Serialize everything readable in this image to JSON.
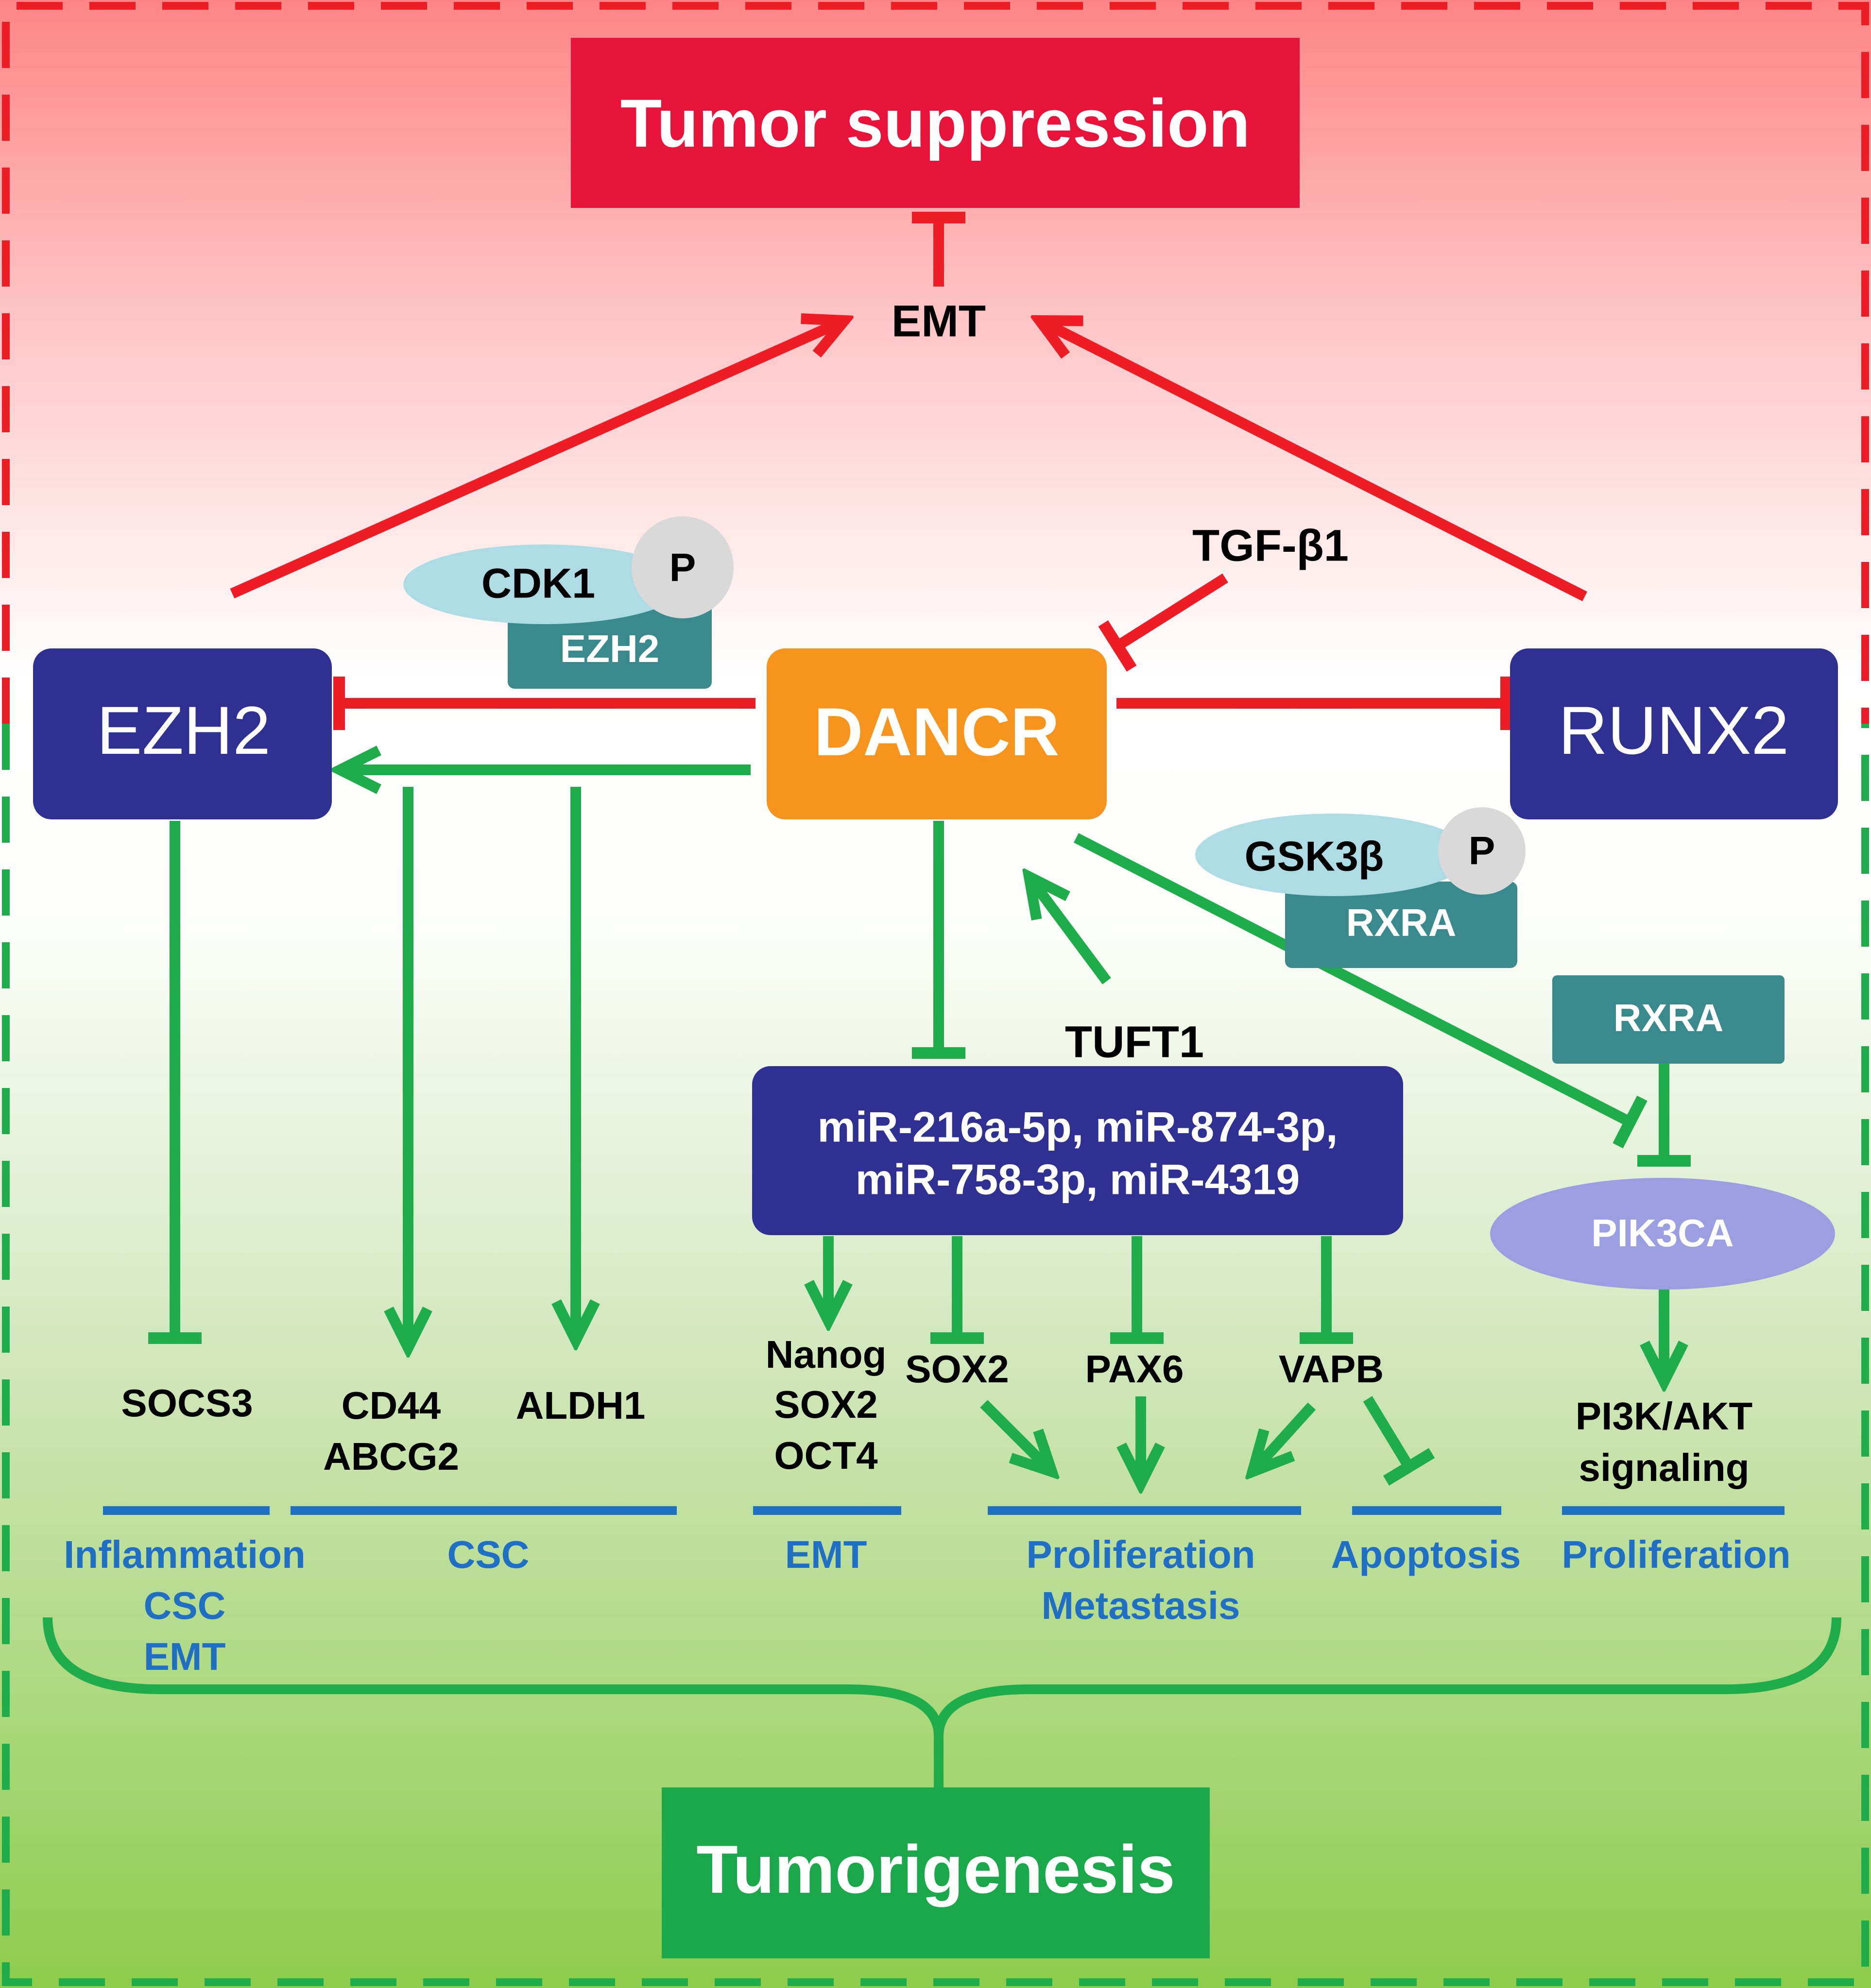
{
  "top": {
    "title": "Tumor suppression",
    "emt": "EMT"
  },
  "bottom": {
    "title": "Tumorigenesis"
  },
  "nodes": {
    "ezh2": "EZH2",
    "dancr": "DANCR",
    "runx2": "RUNX2",
    "mirna_line1": "miR-216a-5p, miR-874-3p,",
    "mirna_line2": "miR-758-3p, miR-4319",
    "rxra_right": "RXRA",
    "pik3ca": "PIK3CA"
  },
  "complexes": {
    "cdk1": "CDK1",
    "cdk1_p": "P",
    "cdk1_ezh2": "EZH2",
    "gsk3b": "GSK3β",
    "gsk3b_p": "P",
    "gsk3b_rxra": "RXRA"
  },
  "labels": {
    "tgfb1": "TGF-β1",
    "tuft1": "TUFT1",
    "socs3": "SOCS3",
    "cd44": "CD44",
    "abcg2": "ABCG2",
    "aldh1": "ALDH1",
    "nanog": "Nanog",
    "sox2_a": "SOX2",
    "oct4": "OCT4",
    "sox2_b": "SOX2",
    "pax6": "PAX6",
    "vapb": "VAPB",
    "pi3k_line1": "PI3K/AKT",
    "pi3k_line2": "signaling"
  },
  "outcomes": {
    "inflammation": "Inflammation",
    "csc_1": "CSC",
    "emt_1": "EMT",
    "csc_2": "CSC",
    "emt_2": "EMT",
    "proliferation_1": "Proliferation",
    "metastasis": "Metastasis",
    "apoptosis": "Apoptosis",
    "proliferation_2": "Proliferation"
  },
  "colors": {
    "red": "#ee1c25",
    "green": "#1fad4b",
    "navy": "#2e3192",
    "orange": "#f7941d",
    "teal": "#3a8a8d",
    "light_blue": "#aedce4",
    "lavender": "#9b9ee0",
    "outcome_blue": "#1f6fc5",
    "top_box": "#e8133a",
    "bottom_box": "#1aa84a"
  }
}
